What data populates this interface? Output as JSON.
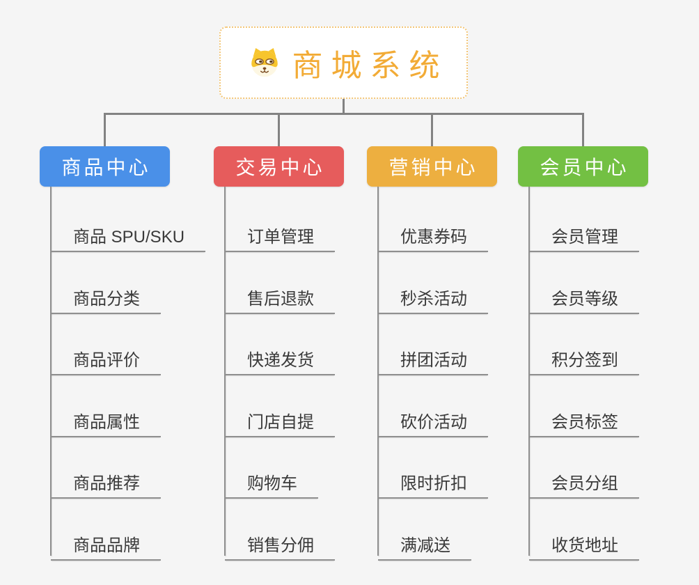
{
  "page": {
    "background": "#f5f5f5"
  },
  "root": {
    "title": "商城系统",
    "icon": "dog-face-icon",
    "text_color": "#f2ab36",
    "border_color": "#f3c677",
    "background": "#ffffff"
  },
  "connectors": {
    "top_line_color": "#828282",
    "branch_line_color": "#8f8f8f"
  },
  "branches": [
    {
      "label": "商品中心",
      "color": "#4a90e8",
      "children": [
        "商品 SPU/SKU",
        "商品分类",
        "商品评价",
        "商品属性",
        "商品推荐",
        "商品品牌"
      ]
    },
    {
      "label": "交易中心",
      "color": "#e65c5c",
      "children": [
        "订单管理",
        "售后退款",
        "快递发货",
        "门店自提",
        "购物车",
        "销售分佣"
      ]
    },
    {
      "label": "营销中心",
      "color": "#edaf40",
      "children": [
        "优惠券码",
        "秒杀活动",
        "拼团活动",
        "砍价活动",
        "限时折扣",
        "满减送"
      ]
    },
    {
      "label": "会员中心",
      "color": "#73c043",
      "children": [
        "会员管理",
        "会员等级",
        "积分签到",
        "会员标签",
        "会员分组",
        "收货地址"
      ]
    }
  ]
}
